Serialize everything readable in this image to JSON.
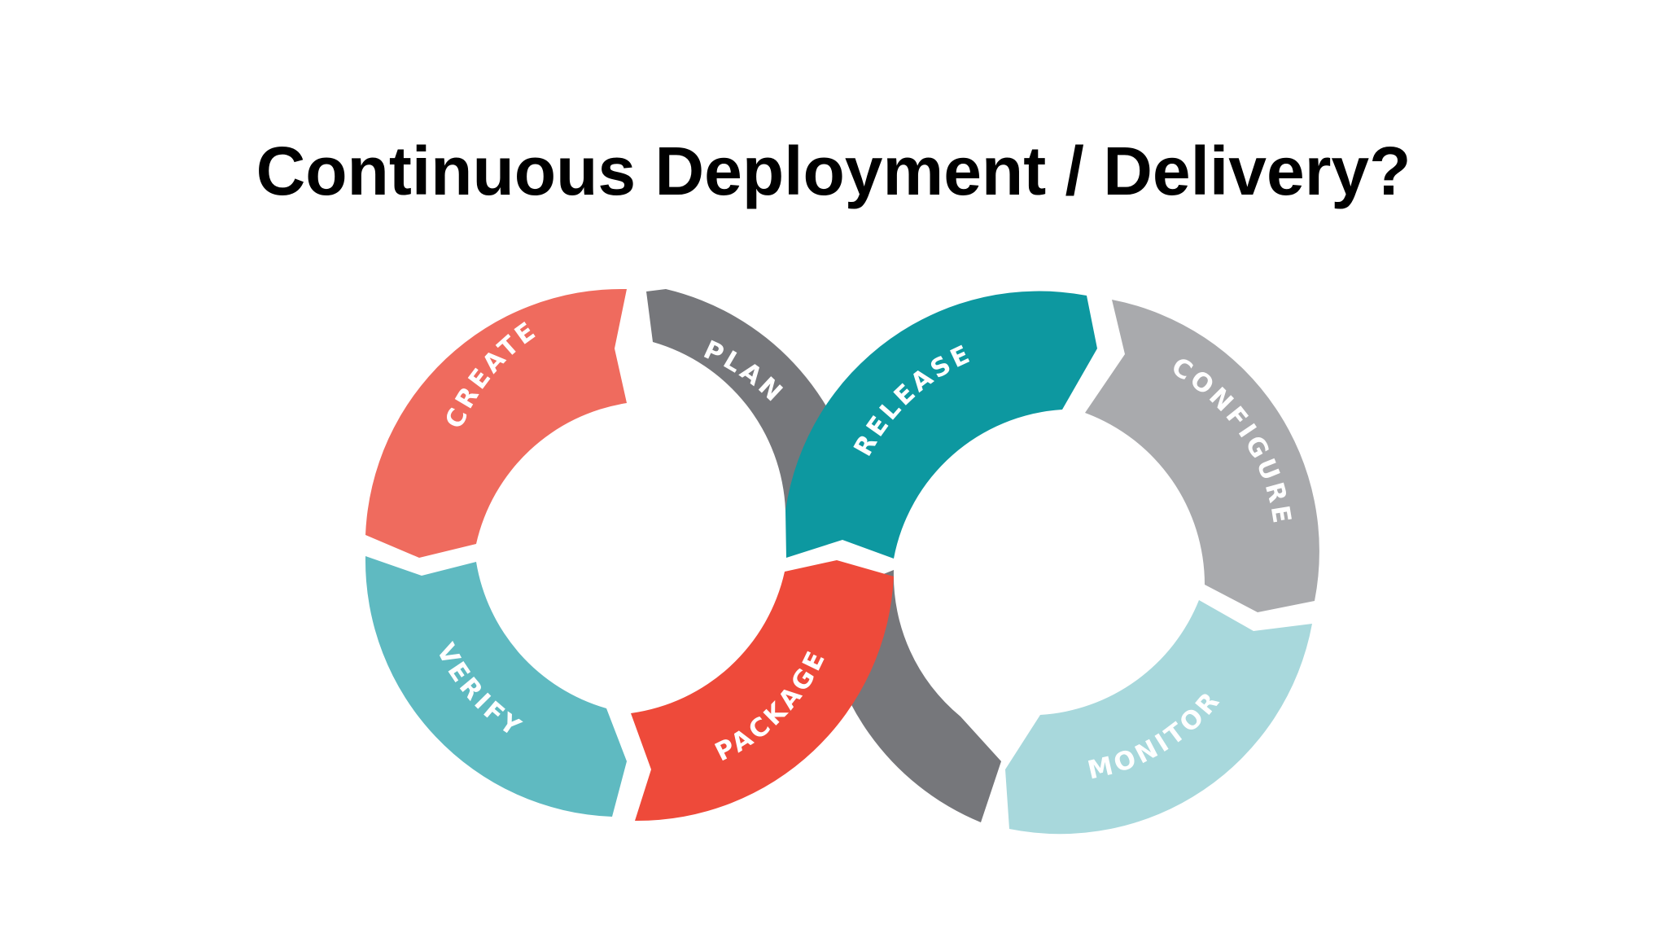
{
  "title": "Continuous Deployment / Delivery?",
  "colors": {
    "create": "#ef6b5e",
    "plan": "#76777b",
    "release": "#0d98a0",
    "configure": "#a9aaad",
    "monitor": "#a8d8dc",
    "package": "#ee4a3a",
    "verify": "#5fbac1",
    "loop_gray": "#76777b"
  },
  "stages": {
    "create": "CREATE",
    "plan": "PLAN",
    "release": "RELEASE",
    "configure": "CONFIGURE",
    "monitor": "MONITOR",
    "package": "PACKAGE",
    "verify": "VERIFY"
  }
}
